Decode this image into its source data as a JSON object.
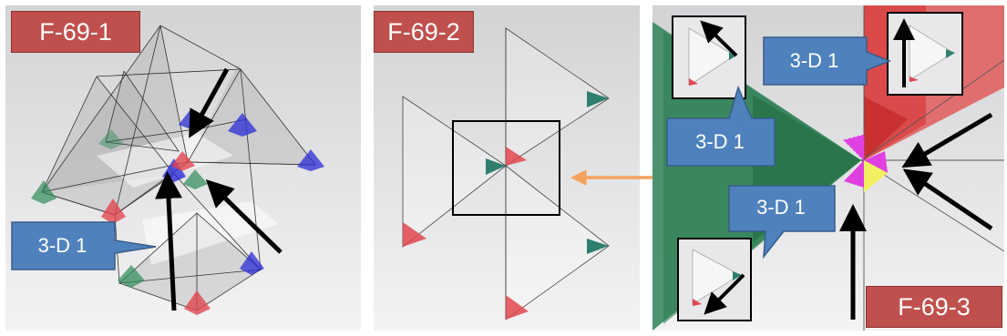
{
  "panels": [
    {
      "label": "F-69-1",
      "callout": "3-D 1"
    },
    {
      "label": "F-69-2"
    },
    {
      "label": "F-69-3",
      "callouts": [
        "3-D 1",
        "3-D 1",
        "3-D 1"
      ]
    }
  ],
  "colors": {
    "label_red": "#c0504d",
    "callout_blue": "#4f81bd",
    "tip_red": "#e0474f",
    "tip_green": "#2e8b57",
    "tip_blue": "#2b2bd6",
    "teal": "#2f7f6f",
    "arrow_orange": "#f4a15d",
    "magenta": "#e040e0",
    "yellow": "#f2f060"
  }
}
